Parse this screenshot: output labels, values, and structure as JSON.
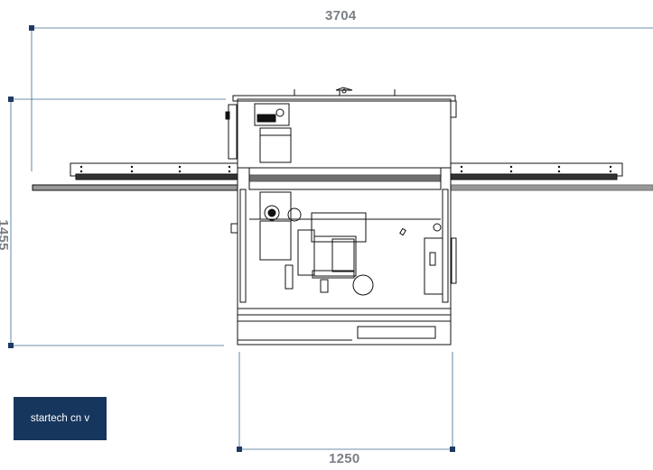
{
  "dimensions": {
    "overall_width": "3704",
    "body_width": "1250",
    "height": "1455"
  },
  "badge": {
    "label": "startech cn v"
  },
  "colors": {
    "dimension_line": "#3d6a91",
    "dimension_marker": "#1f3b63",
    "dimension_text": "#7a7f85",
    "badge_background": "#17365d",
    "badge_text": "#ffffff",
    "drawing_line": "#111111"
  }
}
